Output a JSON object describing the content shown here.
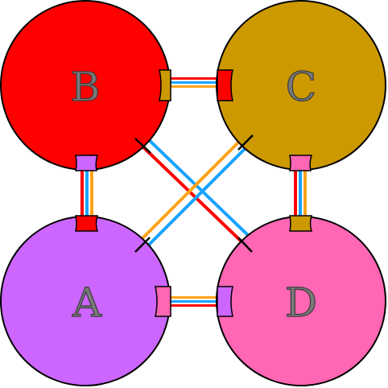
{
  "nodes": [
    {
      "id": "A",
      "label": "A",
      "color": "#cc66ff"
    },
    {
      "id": "B",
      "label": "B",
      "color": "#ff0000"
    },
    {
      "id": "C",
      "label": "C",
      "color": "#cc9900"
    },
    {
      "id": "D",
      "label": "D",
      "color": "#ff66b3"
    }
  ],
  "edges": [
    {
      "from": "B",
      "to": "C",
      "colors": [
        "#ff0000",
        "#ffffff",
        "#1aa3ff",
        "#ffffff",
        "#ffa31a"
      ]
    },
    {
      "from": "B",
      "to": "A",
      "colors": [
        "#ff0000",
        "#ffffff",
        "#1aa3ff",
        "#ffffff",
        "#ffa31a"
      ]
    },
    {
      "from": "C",
      "to": "D",
      "colors": [
        "#ff0000",
        "#ffffff",
        "#1aa3ff",
        "#ffffff",
        "#ffa31a"
      ]
    },
    {
      "from": "A",
      "to": "D",
      "colors": [
        "#ff0000",
        "#ffffff",
        "#1aa3ff",
        "#ffffff",
        "#ffa31a"
      ]
    },
    {
      "from": "B",
      "to": "D",
      "colors": [
        "#ff0000",
        "#ffffff",
        "#1aa3ff"
      ]
    },
    {
      "from": "C",
      "to": "A",
      "colors": [
        "#ffa31a",
        "#ffffff",
        "#1aa3ff"
      ]
    }
  ]
}
